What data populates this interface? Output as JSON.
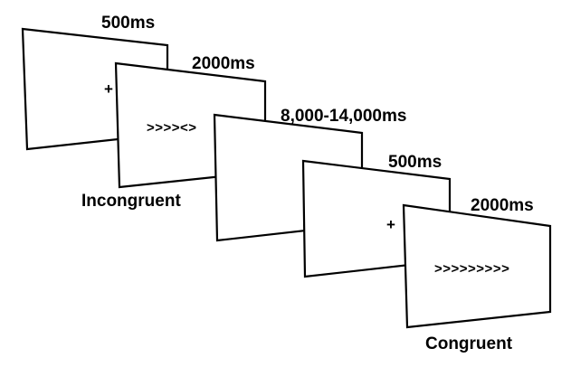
{
  "trials": [
    {
      "duration": "500ms",
      "stimulus": "+",
      "stimulus_kind": "fixation",
      "condition": ""
    },
    {
      "duration": "2000ms",
      "stimulus": ">>>><>",
      "stimulus_kind": "arrows",
      "condition": "Incongruent"
    },
    {
      "duration": "8,000-14,000ms",
      "stimulus": "",
      "stimulus_kind": "blank",
      "condition": ""
    },
    {
      "duration": "500ms",
      "stimulus": "+",
      "stimulus_kind": "fixation",
      "condition": ""
    },
    {
      "duration": "2000ms",
      "stimulus": ">>>>>>>>>",
      "stimulus_kind": "arrows",
      "condition": "Congruent"
    }
  ]
}
